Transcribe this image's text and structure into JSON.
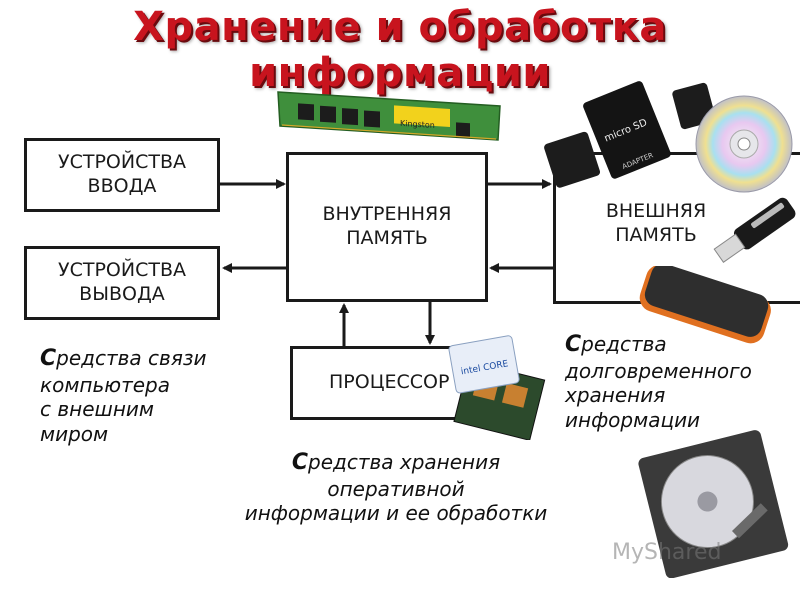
{
  "title": "Хранение  и обработка информации",
  "blocks": {
    "input": [
      "УСТРОЙСТВА",
      "ВВОДА"
    ],
    "output": [
      "УСТРОЙСТВА",
      "ВЫВОДА"
    ],
    "internal": [
      "ВНУТРЕННЯЯ",
      "ПАМЯТЬ"
    ],
    "processor": "ПРОЦЕССОР",
    "external": [
      "ВНЕШНЯЯ",
      "ПАМЯТЬ"
    ]
  },
  "captions": {
    "communication": {
      "first": "С",
      "rest": "редства связи",
      "lines": [
        "компьютера",
        "с внешним",
        "миром"
      ]
    },
    "storage_long": {
      "first": "С",
      "rest": "редства",
      "lines": [
        "долговременного",
        "хранения",
        "информации"
      ]
    },
    "operative": {
      "first": "С",
      "rest": "редства хранения",
      "lines": [
        "оперативной",
        "информации и ее обработки"
      ]
    }
  },
  "images": {
    "ram_label": "Kingston",
    "microsd_label": "micro SD",
    "adapter_label": "ADAPTER",
    "cpu_label": "intel CORE"
  },
  "watermark": "MyShared",
  "colors": {
    "title": "#c8141e",
    "line": "#1a1a1a",
    "ram": "#3f8f3c",
    "hdd": "#e07020"
  }
}
